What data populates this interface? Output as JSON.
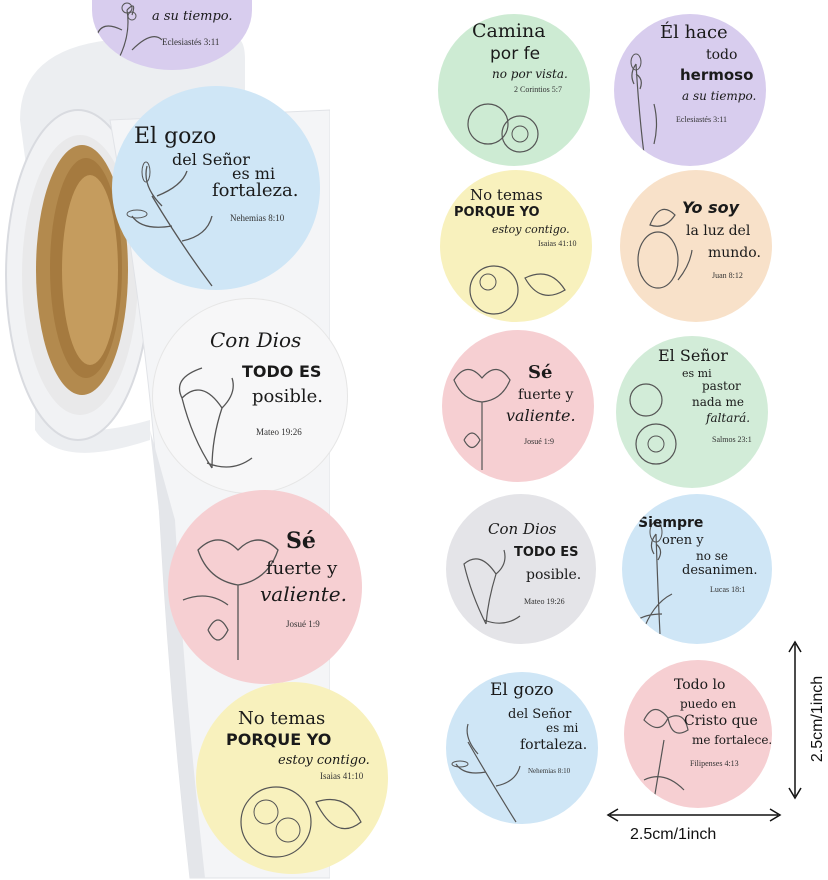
{
  "colors": {
    "green": "#cdebd3",
    "purple": "#d8cdee",
    "yellow": "#f8f1bd",
    "peach": "#f8e1c9",
    "pink": "#f6cfd2",
    "mint": "#d2ecd8",
    "grey": "#e4e4e8",
    "blue": "#cfe6f6",
    "roll_white": "#f3f4f6",
    "kraft": "#b38a4e"
  },
  "roll": {
    "top_partial": {
      "line1": "a su tiempo.",
      "ref": "Eclesiastés 3:11"
    },
    "gozo": {
      "l1": "El gozo",
      "l2": "del Señor",
      "l3": "es mi",
      "l4": "fortaleza.",
      "ref": "Nehemias 8:10"
    },
    "condios": {
      "l1": "Con Dios",
      "l2": "TODO ES",
      "l3": "posible.",
      "ref": "Mateo 19:26"
    },
    "se": {
      "l1": "Sé",
      "l2": "fuerte y",
      "l3": "valiente.",
      "ref": "Josué 1:9"
    },
    "notemas": {
      "l1": "No temas",
      "l2": "PORQUE YO",
      "l3": "estoy contigo.",
      "ref": "Isaias 41:10"
    }
  },
  "grid": [
    {
      "id": "camina",
      "lines": [
        "Camina",
        "por fe",
        "no por vista."
      ],
      "ref": "2 Corintios 5:7"
    },
    {
      "id": "elhace",
      "lines": [
        "Él hace",
        "todo",
        "hermoso",
        "a su tiempo."
      ],
      "ref": "Eclesiastés 3:11"
    },
    {
      "id": "notemas",
      "lines": [
        "No temas",
        "PORQUE YO",
        "estoy contigo."
      ],
      "ref": "Isaias 41:10"
    },
    {
      "id": "yosoy",
      "lines": [
        "Yo soy",
        "la luz del",
        "mundo."
      ],
      "ref": "Juan 8:12"
    },
    {
      "id": "se",
      "lines": [
        "Sé",
        "fuerte y",
        "valiente."
      ],
      "ref": "Josué 1:9"
    },
    {
      "id": "pastor",
      "lines": [
        "El Señor",
        "es mi",
        "pastor",
        "nada me",
        "faltará."
      ],
      "ref": "Salmos 23:1"
    },
    {
      "id": "condios",
      "lines": [
        "Con Dios",
        "TODO ES",
        "posible."
      ],
      "ref": "Mateo 19:26"
    },
    {
      "id": "siempre",
      "lines": [
        "Siempre",
        "oren y",
        "no se",
        "desanimen."
      ],
      "ref": "Lucas 18:1"
    },
    {
      "id": "gozo",
      "lines": [
        "El gozo",
        "del Señor",
        "es mi",
        "fortaleza."
      ],
      "ref": "Nehemias 8:10"
    },
    {
      "id": "todolo",
      "lines": [
        "Todo lo",
        "puedo en",
        "Cristo que",
        "me fortalece."
      ],
      "ref": "Filipenses 4:13"
    }
  ],
  "dimensions": {
    "height_label": "2.5cm/1inch",
    "width_label": "2.5cm/1inch"
  }
}
